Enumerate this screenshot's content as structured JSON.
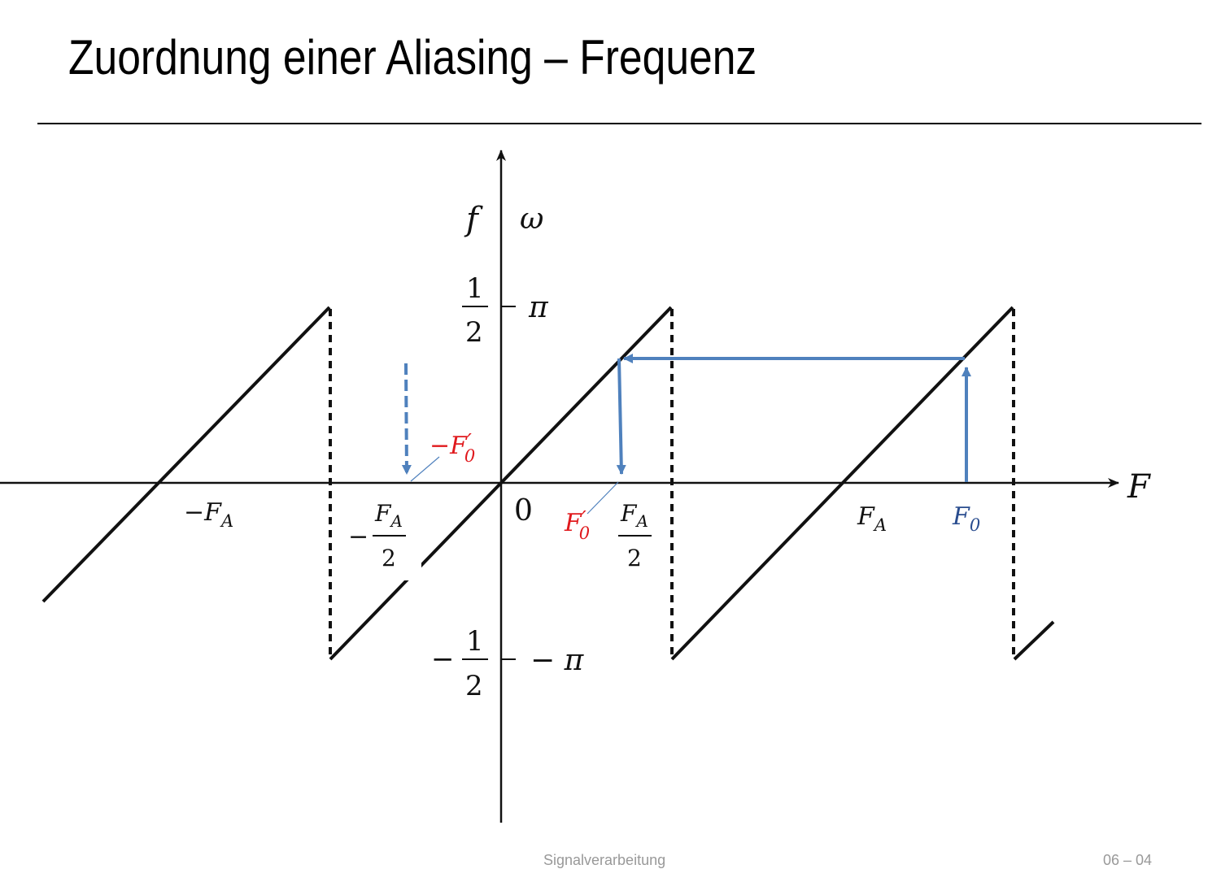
{
  "slide": {
    "title": "Zuordnung einer Aliasing – Frequenz"
  },
  "axes": {
    "vertical_label_f": "f",
    "vertical_label_omega": "ω",
    "horizontal_label": "F",
    "origin": "0",
    "y_top_num": "1",
    "y_top_den": "2",
    "y_top_omega": "π",
    "y_bottom_sign": "−",
    "y_bottom_num": "1",
    "y_bottom_den": "2",
    "y_bottom_omega": "− π"
  },
  "labels": {
    "neg_FA": "−F",
    "neg_FA_sub": "A",
    "neg_half_sign": "−",
    "half_num": "F",
    "half_num_sub": "A",
    "half_den": "2",
    "pos_half_num": "F",
    "pos_half_num_sub": "A",
    "pos_half_den": "2",
    "FA": "F",
    "FA_sub": "A",
    "F0": "F",
    "F0_sub": "0",
    "F0_prime": "F",
    "F0_prime_sub": "0",
    "F0_prime_mark": "′",
    "neg_F0_prime": "−F",
    "neg_F0_prime_sub": "0",
    "neg_F0_prime_mark": "′"
  },
  "footer": {
    "center": "Signalverarbeitung",
    "right": "06 – 04"
  },
  "colors": {
    "curve": "#111111",
    "arrow": "#4f81bd",
    "alias_label": "#e0191d",
    "f0_label": "#2a4d8f"
  }
}
